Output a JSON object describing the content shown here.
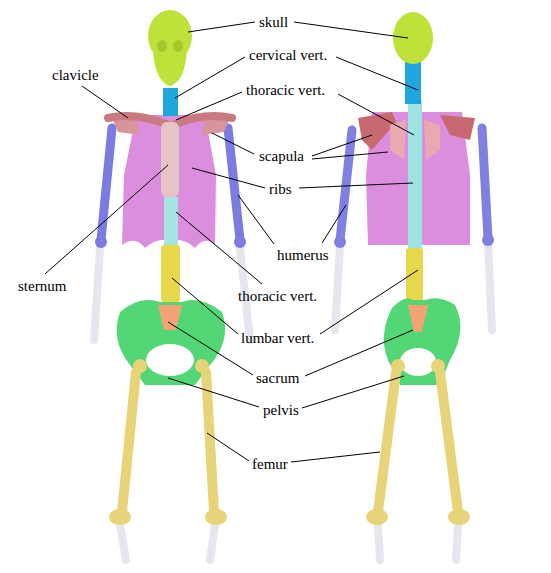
{
  "diagram": {
    "labels": [
      "skull",
      "clavicle",
      "cervical vert.",
      "thoracic vert.",
      "scapula",
      "ribs",
      "humerus",
      "sternum",
      "thoracic vert.",
      "lumbar vert.",
      "sacrum",
      "pelvis",
      "femur"
    ]
  }
}
